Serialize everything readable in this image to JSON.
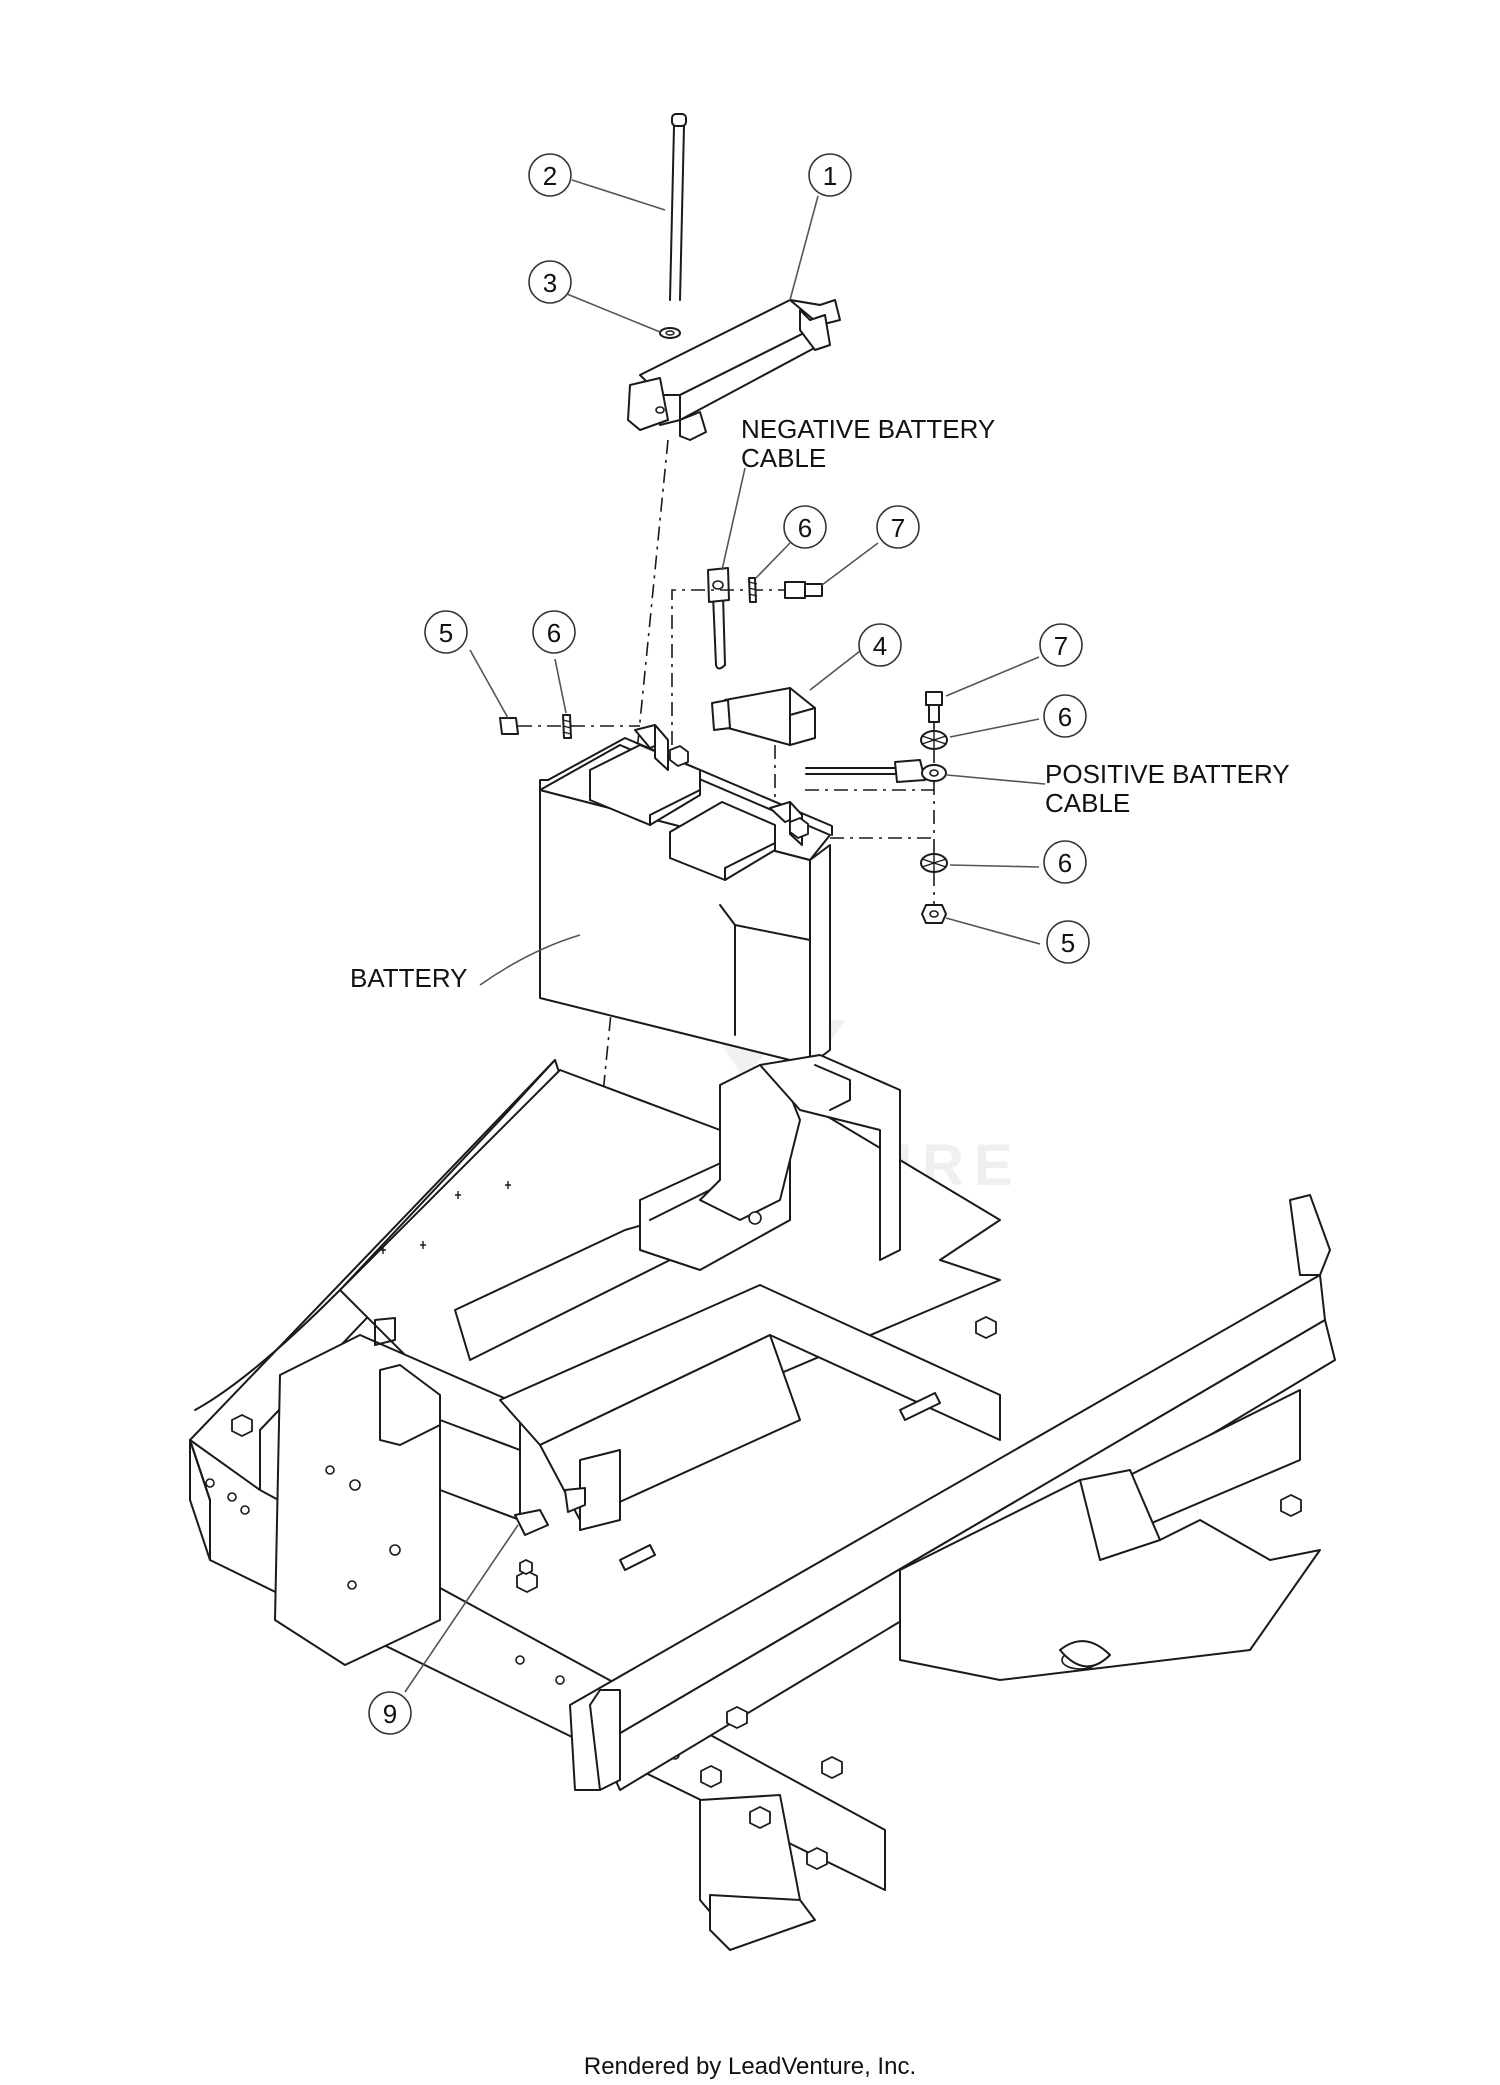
{
  "labels": {
    "negative_cable_line1": "NEGATIVE BATTERY",
    "negative_cable_line2": "CABLE",
    "positive_cable_line1": "POSITIVE BATTERY",
    "positive_cable_line2": "CABLE",
    "battery": "BATTERY"
  },
  "callouts": [
    "1",
    "2",
    "3",
    "4",
    "5",
    "5",
    "6",
    "6",
    "6",
    "6",
    "7",
    "7",
    "9"
  ],
  "watermark": "LEADVENTURE",
  "footer": "Rendered by LeadVenture, Inc."
}
